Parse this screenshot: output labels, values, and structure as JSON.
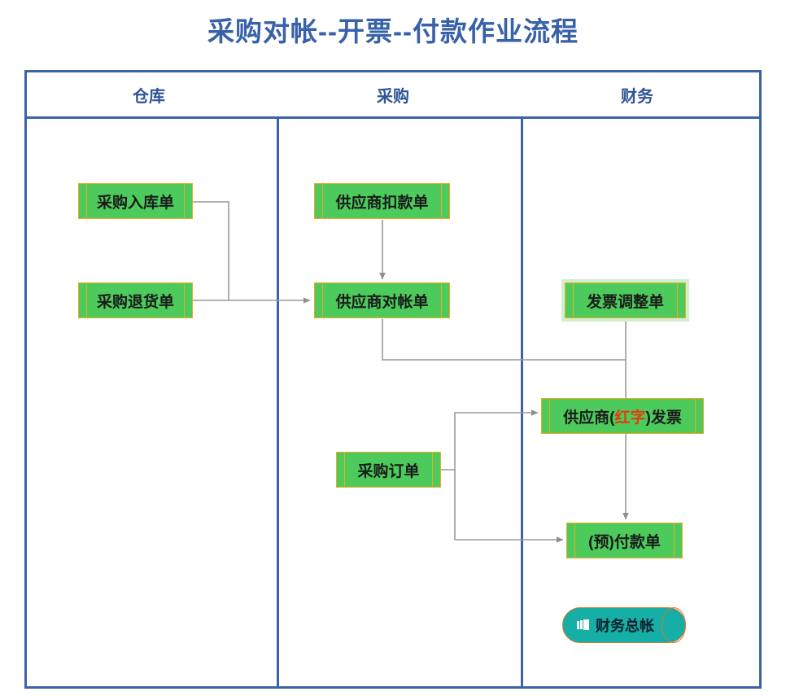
{
  "title": "采购对帐--开票--付款作业流程",
  "colors": {
    "title": "#3761A8",
    "frame": "#3B63A8",
    "node_fill": "#4CCB5C",
    "node_border": "#F0A81E",
    "connector": "#9A9A9A",
    "accent_red": "#E8380B",
    "cylinder_fill": "#16AFA6",
    "cylinder_border": "#E2712A",
    "selected_glow": "#CFEFD0"
  },
  "lanes": [
    {
      "id": "warehouse",
      "label": "仓库"
    },
    {
      "id": "purchasing",
      "label": "采购"
    },
    {
      "id": "finance",
      "label": "财务"
    }
  ],
  "nodes": [
    {
      "id": "purchase-receipt",
      "lane": "warehouse",
      "label": "采购入库单",
      "selected": false
    },
    {
      "id": "purchase-return",
      "lane": "warehouse",
      "label": "采购退货单",
      "selected": false
    },
    {
      "id": "supplier-deduction",
      "lane": "purchasing",
      "label": "供应商扣款单",
      "selected": false
    },
    {
      "id": "supplier-reconciliation",
      "lane": "purchasing",
      "label": "供应商对帐单",
      "selected": false
    },
    {
      "id": "purchase-order",
      "lane": "purchasing",
      "label": "采购订单",
      "selected": false
    },
    {
      "id": "invoice-adjustment",
      "lane": "finance",
      "label": "发票调整单",
      "selected": true
    },
    {
      "id": "supplier-red-invoice",
      "lane": "finance",
      "label_prefix": "供应商(",
      "label_accent": "红字",
      "label_suffix": ")发票",
      "selected": false
    },
    {
      "id": "payment-voucher",
      "lane": "finance",
      "label": "(预)付款单",
      "selected": false
    },
    {
      "id": "finance-ledger",
      "lane": "finance",
      "label": "财务总帐",
      "icon": "pages-icon",
      "shape": "cylinder"
    }
  ],
  "edges": [
    {
      "from": "purchase-receipt",
      "to": "supplier-reconciliation",
      "arrow": true
    },
    {
      "from": "purchase-return",
      "to": "supplier-reconciliation",
      "arrow": true
    },
    {
      "from": "supplier-deduction",
      "to": "supplier-reconciliation",
      "arrow": true
    },
    {
      "from": "supplier-reconciliation",
      "to": "supplier-red-invoice",
      "arrow": true
    },
    {
      "from": "invoice-adjustment",
      "to": "supplier-red-invoice",
      "arrow": true
    },
    {
      "from": "purchase-order",
      "to": "supplier-red-invoice",
      "arrow": true
    },
    {
      "from": "purchase-order",
      "to": "payment-voucher",
      "arrow": true
    },
    {
      "from": "supplier-red-invoice",
      "to": "payment-voucher",
      "arrow": true
    }
  ]
}
